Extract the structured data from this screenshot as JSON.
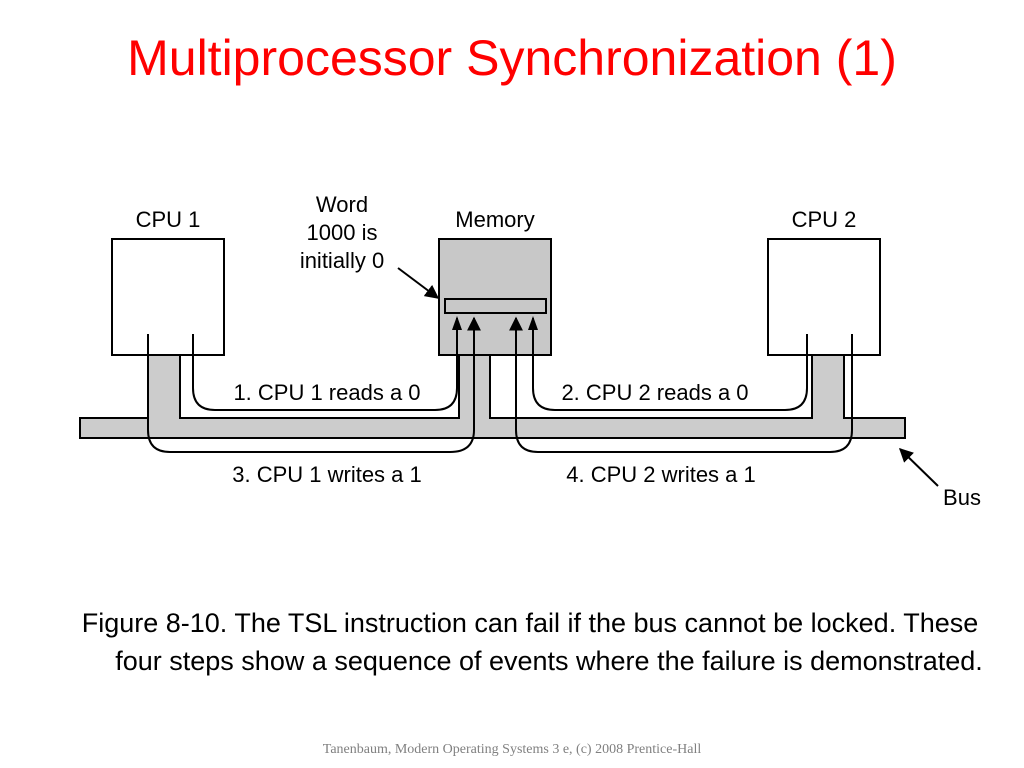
{
  "slide": {
    "title": "Multiprocessor Synchronization (1)",
    "caption": "Figure 8-10. The TSL instruction can fail if the bus cannot be locked. These four steps show a sequence of events where the failure is demonstrated.",
    "footer": "Tanenbaum, Modern Operating Systems 3 e, (c) 2008 Prentice-Hall"
  },
  "diagram": {
    "cpu1_label": "CPU 1",
    "memory_label": "Memory",
    "cpu2_label": "CPU 2",
    "word_note_lines": [
      "Word",
      "1000 is",
      "initially 0"
    ],
    "bus_label": "Bus",
    "steps": [
      "1. CPU 1 reads a 0",
      "2. CPU 2 reads a 0",
      "3. CPU 1 writes a 1",
      "4. CPU 2 writes a 1"
    ],
    "colors": {
      "title": "#ff0000",
      "bus_fill": "#cccccc",
      "memory_fill": "#c8c8c8",
      "line": "#000000"
    }
  }
}
